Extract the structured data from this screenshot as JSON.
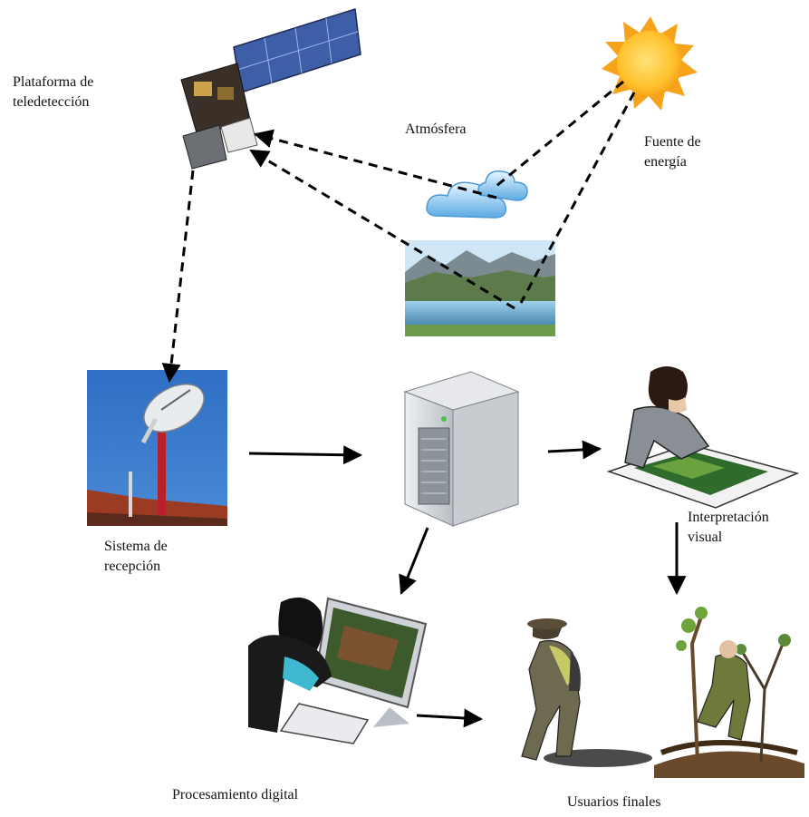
{
  "labels": {
    "platform": "Plataforma de\nteledetección",
    "atmosphere": "Atmósfera",
    "energy_source": "Fuente de\nenergía",
    "reception": "Sistema de\nrecepción",
    "visual": "Interpretación\nvisual",
    "digital": "Procesamiento digital",
    "users": "Usuarios finales"
  },
  "icons": {
    "satellite": "satellite-icon",
    "sun": "sun-icon",
    "clouds": "cloud-icon",
    "landscape": "lake-landscape-icon",
    "antenna": "antenna-dish-icon",
    "server": "server-tower-icon",
    "analyst": "analyst-icon",
    "computer_user": "computer-user-icon",
    "hiker": "hiker-icon",
    "planter": "tree-planter-icon"
  },
  "colors": {
    "arrow": "#000000",
    "sun": "#f7a21b",
    "sky": "#3c79c9",
    "mast": "#b8202a",
    "cloud": "#6fb7e8",
    "server": "#c9ccd1"
  }
}
